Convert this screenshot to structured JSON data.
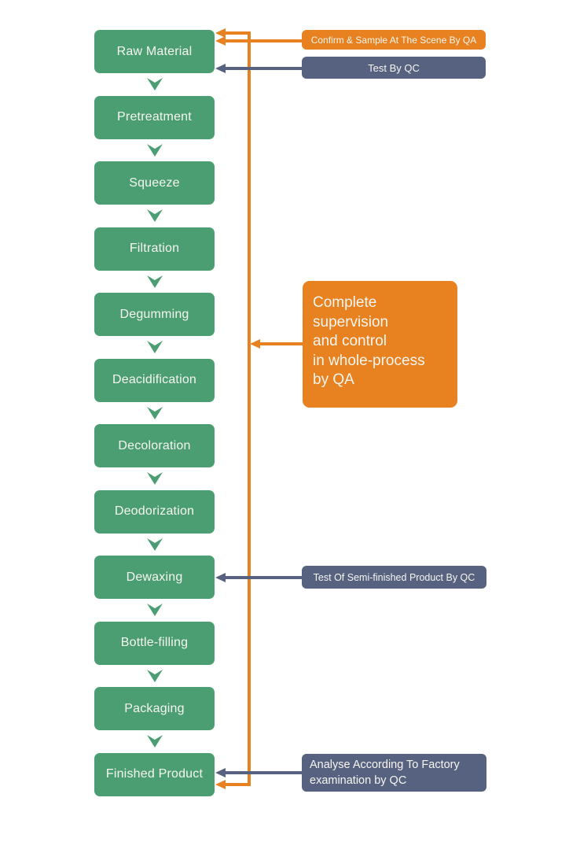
{
  "colors": {
    "process_green": "#4a9e72",
    "qa_orange": "#e8811f",
    "qc_slate": "#576280",
    "label_text": "#f7f6f1",
    "background": "#ffffff"
  },
  "flow": {
    "steps": [
      "Raw Material",
      "Pretreatment",
      "Squeeze",
      "Filtration",
      "Degumming",
      "Deacidification",
      "Decoloration",
      "Deodorization",
      "Dewaxing",
      "Bottle-filling",
      "Packaging",
      "Finished Product"
    ]
  },
  "annotations": {
    "qa_sample": "Confirm & Sample At The Scene By QA",
    "qc_test": "Test By QC",
    "qa_supervision": "Complete\nsupervision\nand control\nin whole-process\nby QA",
    "qc_semi_finished": "Test Of Semi-finished Product By QC",
    "qc_final": "Analyse According To Factory\nexamination by QC"
  }
}
